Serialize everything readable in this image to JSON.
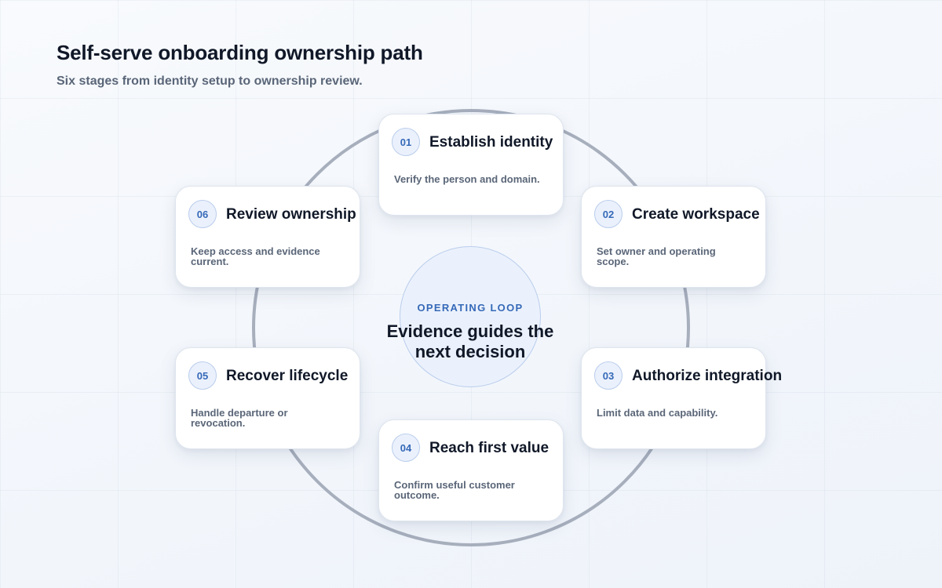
{
  "header": {
    "title": "Self-serve onboarding ownership path",
    "subtitle": "Six stages from identity setup to ownership review."
  },
  "center": {
    "eyebrow": "OPERATING LOOP",
    "text": "Evidence guides the next decision"
  },
  "stages": [
    {
      "number": "01",
      "title": "Establish identity",
      "description": "Verify the person and domain."
    },
    {
      "number": "02",
      "title": "Create workspace",
      "description": "Set owner and operating scope."
    },
    {
      "number": "03",
      "title": "Authorize integration",
      "description": "Limit data and capability."
    },
    {
      "number": "04",
      "title": "Reach first value",
      "description": "Confirm useful customer outcome."
    },
    {
      "number": "05",
      "title": "Recover lifecycle",
      "description": "Handle departure or revocation."
    },
    {
      "number": "06",
      "title": "Review ownership",
      "description": "Keep access and evidence current."
    }
  ],
  "colors": {
    "accent": "#3569b8",
    "ring": "#a7afbd",
    "title": "#101828",
    "muted": "#5a6678",
    "badge_fill": "#ebf1fc"
  }
}
